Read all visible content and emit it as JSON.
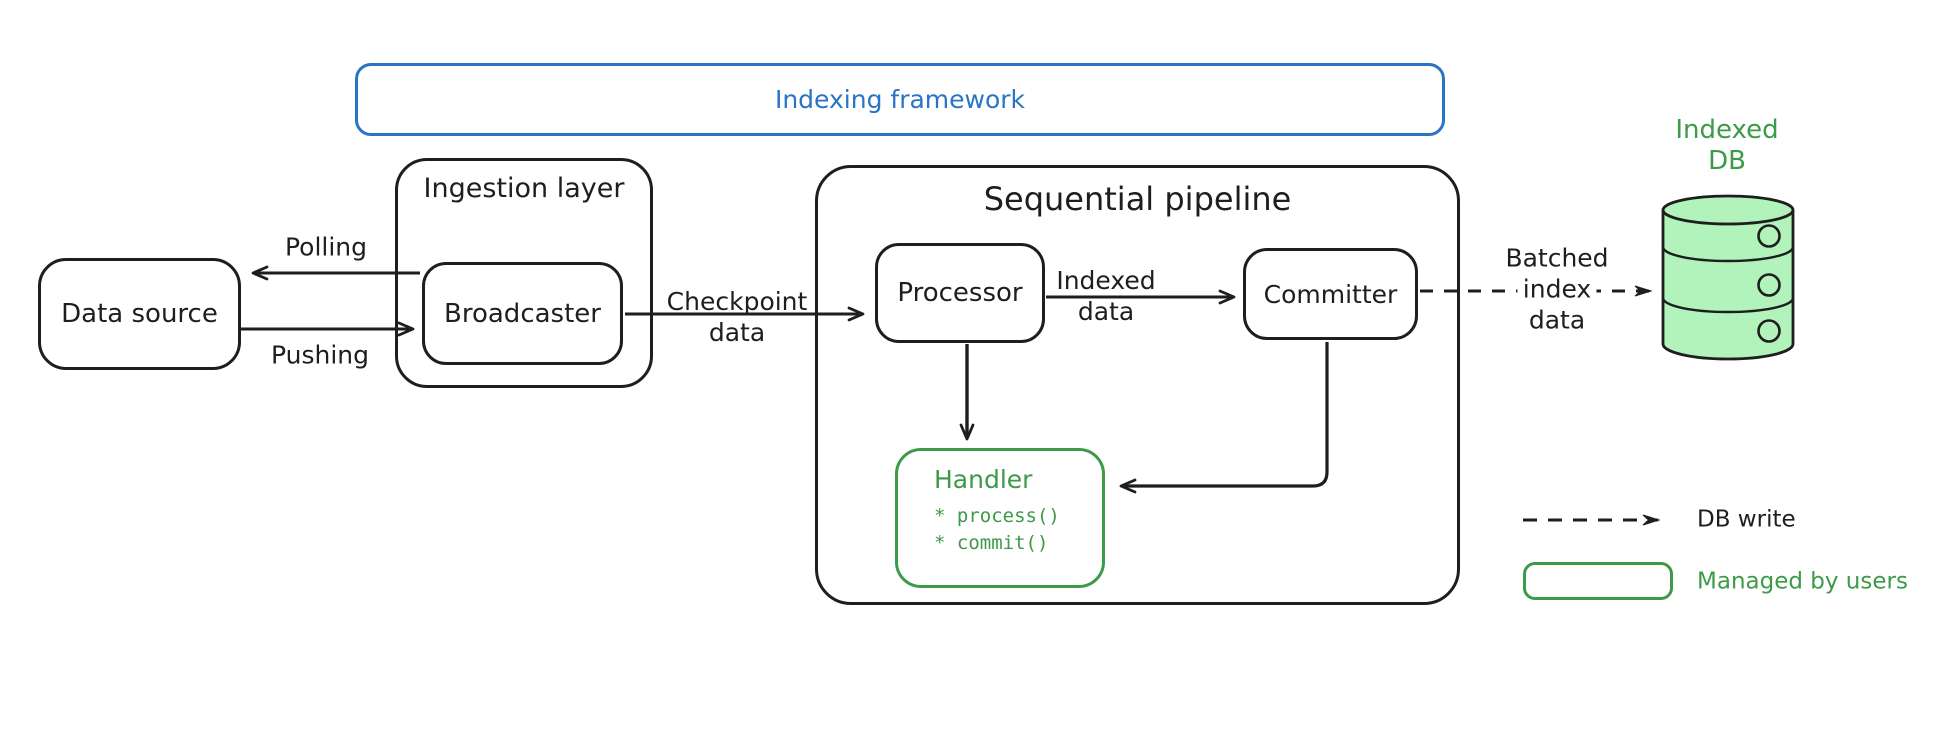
{
  "diagram": {
    "title_frame": {
      "label": "Indexing framework"
    },
    "groups": {
      "ingestion_layer": {
        "label": "Ingestion layer"
      },
      "sequential_pipeline": {
        "label": "Sequential pipeline"
      }
    },
    "nodes": {
      "data_source": {
        "label": "Data source"
      },
      "broadcaster": {
        "label": "Broadcaster"
      },
      "processor": {
        "label": "Processor"
      },
      "committer": {
        "label": "Committer"
      },
      "handler": {
        "title": "Handler",
        "methods": [
          "* process()",
          "* commit()"
        ]
      },
      "indexed_db": {
        "lines": [
          "Indexed",
          "DB"
        ]
      }
    },
    "edges": {
      "polling": {
        "label": "Polling"
      },
      "pushing": {
        "label": "Pushing"
      },
      "checkpoint_data": {
        "lines": [
          "Checkpoint",
          "data"
        ]
      },
      "indexed_data": {
        "lines": [
          "Indexed",
          "data"
        ]
      },
      "batched_index_data": {
        "lines": [
          "Batched",
          "index",
          "data"
        ]
      }
    },
    "legend": {
      "db_write": "DB write",
      "managed_by_users": "Managed by users"
    },
    "colors": {
      "stroke_black": "#1e1e1e",
      "accent_blue": "#2a74c6",
      "accent_green": "#3d9a48",
      "db_fill_green": "#b2f2bb"
    }
  }
}
